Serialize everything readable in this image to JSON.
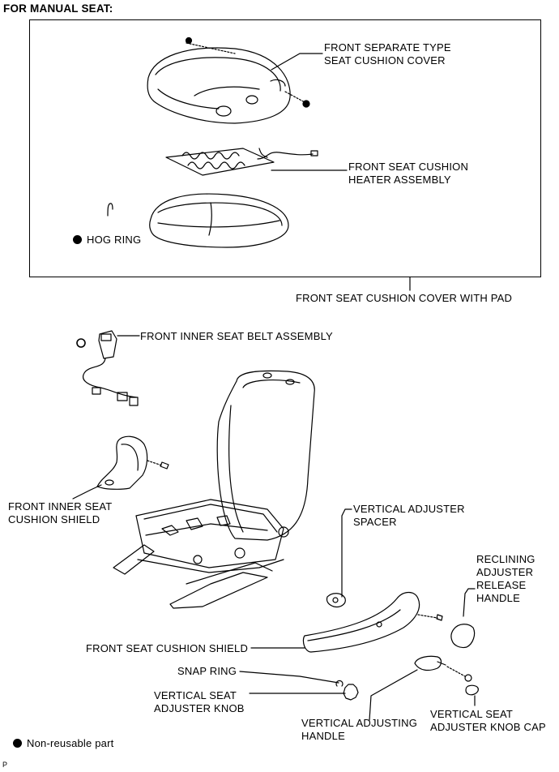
{
  "header": {
    "title": "FOR MANUAL SEAT:"
  },
  "parts": {
    "cushion_cover": [
      "FRONT SEPARATE TYPE",
      "SEAT CUSHION COVER"
    ],
    "heater": [
      "FRONT SEAT CUSHION",
      "HEATER ASSEMBLY"
    ],
    "hog_ring": "HOG RING",
    "cover_with_pad": "FRONT SEAT CUSHION COVER WITH PAD",
    "inner_belt": "FRONT INNER SEAT BELT ASSEMBLY",
    "inner_shield": [
      "FRONT INNER SEAT",
      "CUSHION SHIELD"
    ],
    "adj_spacer": [
      "VERTICAL ADJUSTER",
      "SPACER"
    ],
    "reclining_handle": [
      "RECLINING",
      "ADJUSTER",
      "RELEASE",
      "HANDLE"
    ],
    "cushion_shield": "FRONT SEAT CUSHION SHIELD",
    "snap_ring": "SNAP RING",
    "adj_knob": [
      "VERTICAL SEAT",
      "ADJUSTER KNOB"
    ],
    "adj_handle": [
      "VERTICAL ADJUSTING",
      "HANDLE"
    ],
    "knob_cap": [
      "VERTICAL SEAT",
      "ADJUSTER KNOB CAP"
    ]
  },
  "legend": {
    "non_reusable": "Non-reusable part"
  },
  "figure_code": "P"
}
